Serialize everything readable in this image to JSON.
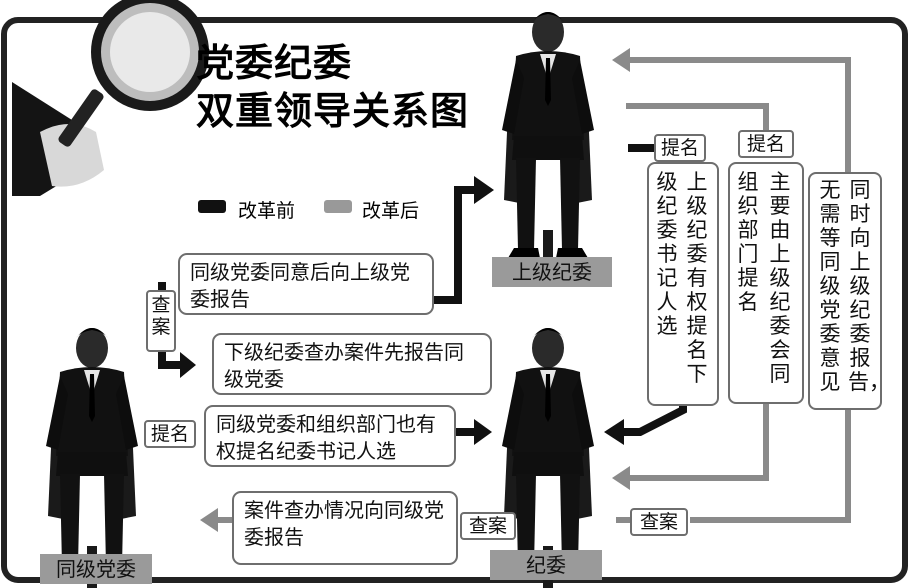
{
  "title": {
    "line1": "党委纪委",
    "line2": "双重领导关系图"
  },
  "legend": {
    "before": {
      "label": "改革前",
      "color": "#111111"
    },
    "after": {
      "label": "改革后",
      "color": "#999999"
    }
  },
  "nodes": {
    "upper": "上级纪委",
    "peer_party": "同级党委",
    "commission": "纪委"
  },
  "boxes": {
    "report_upper": "同级党委同意后向上级党委报告",
    "report_peer": "下级纪委查办案件先报告同级党委",
    "nominate_peer": "同级党委和组织部门也有权提名纪委书记人选",
    "case_report": "案件查办情况向同级党委报告"
  },
  "vertical_boxes": {
    "upper_right": [
      "上级纪委有权提名下",
      "级纪委书记人选"
    ],
    "org_dept": [
      "主要由上级纪委会同",
      "组织部门提名"
    ],
    "report_direct": [
      "同时向上级纪委报告，",
      "无需等同级党委意见"
    ]
  },
  "tags": {
    "nominate_black": "提名",
    "nominate_gray": "提名",
    "investigate_left": "查案",
    "nominate_left": "提名",
    "investigate_bottom": "查案",
    "investigate_right": "查案"
  },
  "icons": {
    "magnifier": "magnifying-glass-icon",
    "person": "seated-official-icon"
  }
}
